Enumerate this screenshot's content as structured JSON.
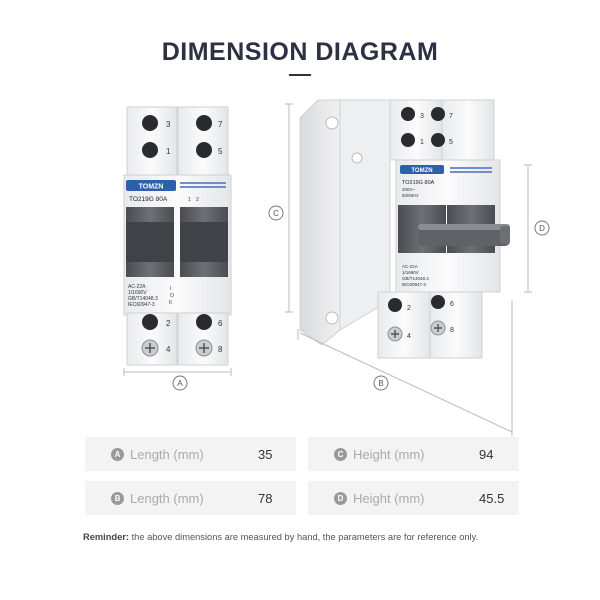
{
  "header": {
    "title": "DIMENSION DIAGRAM"
  },
  "device_front": {
    "terminals_top": [
      "3",
      "7",
      "1",
      "5"
    ],
    "terminals_bottom": [
      "2",
      "6",
      "4",
      "8"
    ],
    "brand": "TOMZN",
    "model": "TO219G 80A",
    "pole_marks": [
      "1",
      "2"
    ],
    "rating_lines": [
      "AC-22A",
      "1/1690V",
      "GB/T14048.3",
      "IEC60947-3"
    ],
    "switch_positions": [
      "I",
      "O",
      "II"
    ]
  },
  "device_side": {
    "terminals_top": [
      "3",
      "7",
      "1",
      "5"
    ],
    "terminals_bottom": [
      "2",
      "6",
      "4",
      "8"
    ],
    "brand": "TOMZN",
    "model": "TO219G 80A",
    "rating_lines": [
      "400V~",
      "50/60Hz"
    ],
    "lower_lines": [
      "AC-22A",
      "1/1690V",
      "GB/T14048.3",
      "IEC60947-3"
    ]
  },
  "dimension_markers": [
    "A",
    "B",
    "C",
    "D"
  ],
  "specs": [
    {
      "badge": "A",
      "label": "Length (mm)",
      "value": "35"
    },
    {
      "badge": "C",
      "label": "Height (mm)",
      "value": "94"
    },
    {
      "badge": "B",
      "label": "Length (mm)",
      "value": "78"
    },
    {
      "badge": "D",
      "label": "Height (mm)",
      "value": "45.5"
    }
  ],
  "reminder": {
    "lead": "Reminder:",
    "text": " the above dimensions are measured by hand, the parameters are for reference only."
  },
  "colors": {
    "accent": "#2d3142",
    "badge": "#9a9a9a",
    "spec_bg": "#f3f3f3",
    "handle": "#5a5d62"
  }
}
